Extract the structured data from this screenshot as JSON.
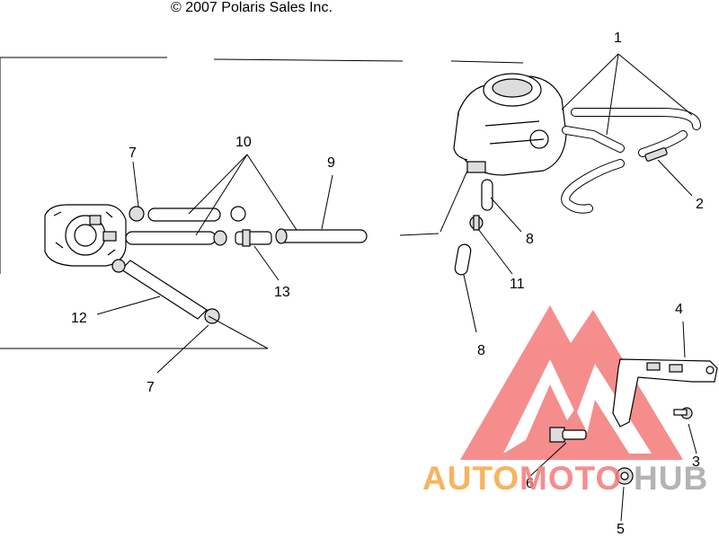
{
  "copyright": "© 2007 Polaris Sales Inc.",
  "callouts": {
    "c1": "1",
    "c2": "2",
    "c3": "3",
    "c4": "4",
    "c5": "5",
    "c6": "6",
    "c7a": "7",
    "c7b": "7",
    "c8a": "8",
    "c8b": "8",
    "c9": "9",
    "c10": "10",
    "c11": "11",
    "c12": "12",
    "c13": "13"
  },
  "watermark": {
    "part1": "AUTO",
    "part2": "MOTO",
    "part3": "HUB",
    "color_red": "#f26d6d",
    "color_orange": "#f7a842",
    "color_gray": "#b8b8b8"
  }
}
